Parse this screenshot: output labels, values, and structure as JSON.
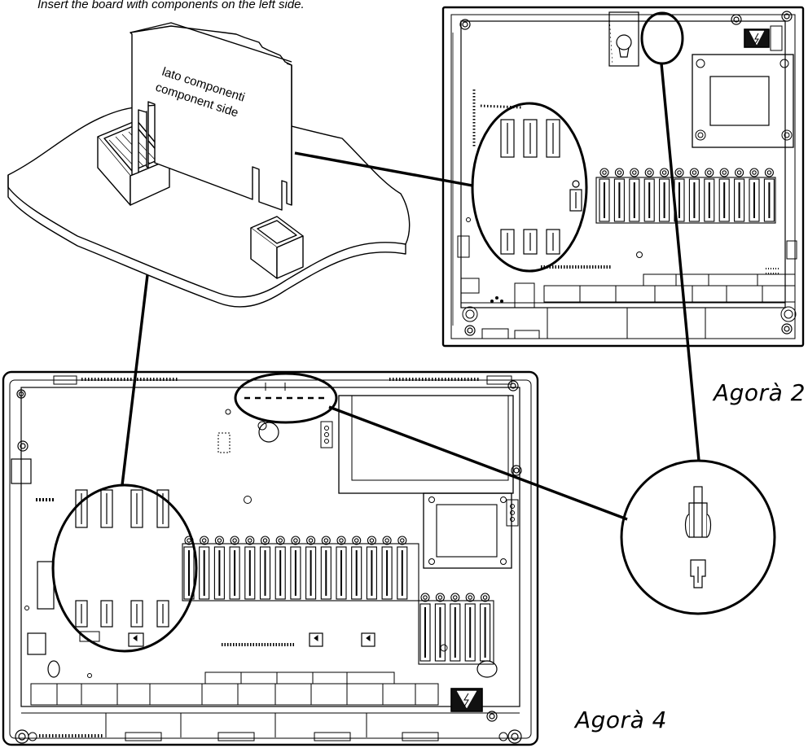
{
  "instruction": "Insert the board with components on the left side.",
  "detail": {
    "label_it": "lato componenti",
    "label_en": "component side"
  },
  "models": {
    "agora2": "Agorà 2",
    "agora4": "Agorà 4"
  }
}
